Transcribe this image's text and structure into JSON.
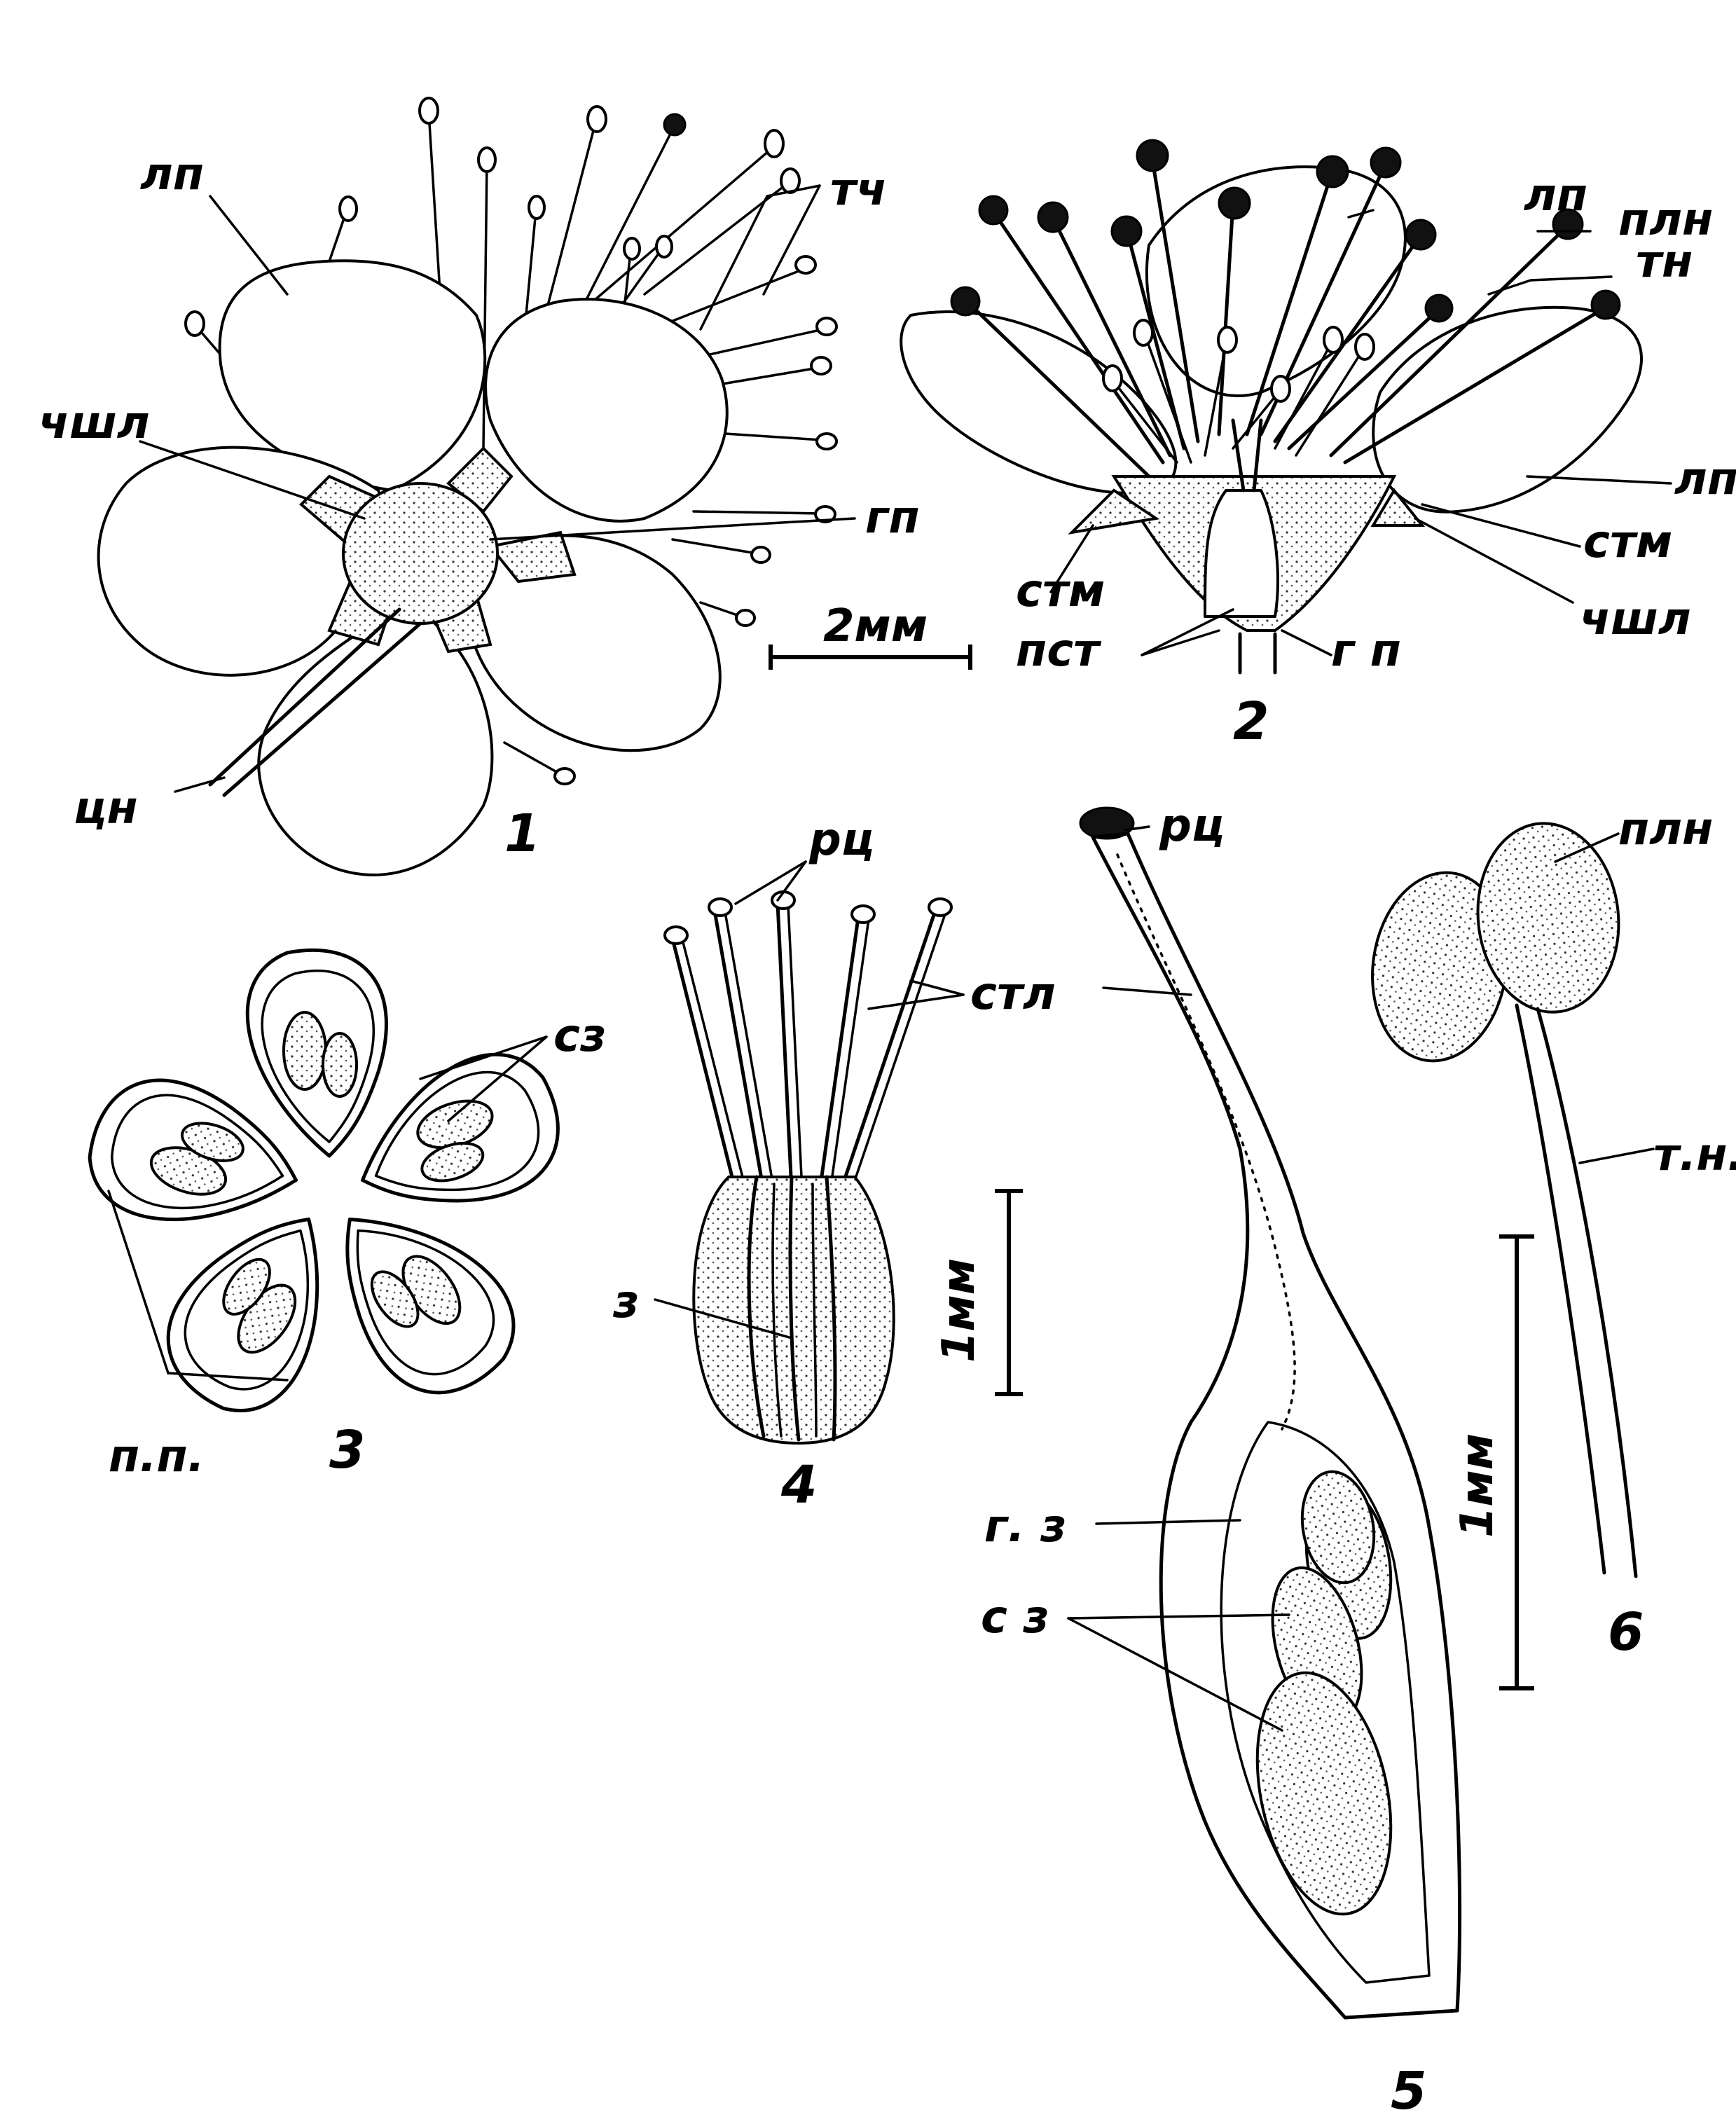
{
  "labels": {
    "fig1": {
      "lp": "лп",
      "chshl": "чшл",
      "gp": "гп",
      "tsn": "цн",
      "tch": "тч",
      "number": "1"
    },
    "fig2": {
      "lp_top": "лп",
      "pln": "плн",
      "tn": "тн",
      "lp_right": "лп",
      "stm_right": "стм",
      "chshl": "чшл",
      "stm_left": "стм",
      "pst": "пст",
      "gp": "г п",
      "number": "2"
    },
    "scale1": "2мм",
    "fig3": {
      "sz": "сз",
      "pp": "п.п.",
      "number": "3"
    },
    "fig4": {
      "rts": "рц",
      "stl": "стл",
      "z": "з",
      "number": "4"
    },
    "scale2": "1мм",
    "fig5": {
      "rts": "рц",
      "gz": "г. з",
      "sz": "с з",
      "number": "5"
    },
    "fig6": {
      "pln": "плн",
      "tn": "т.н.",
      "number": "6"
    },
    "scale3": "1мм"
  }
}
